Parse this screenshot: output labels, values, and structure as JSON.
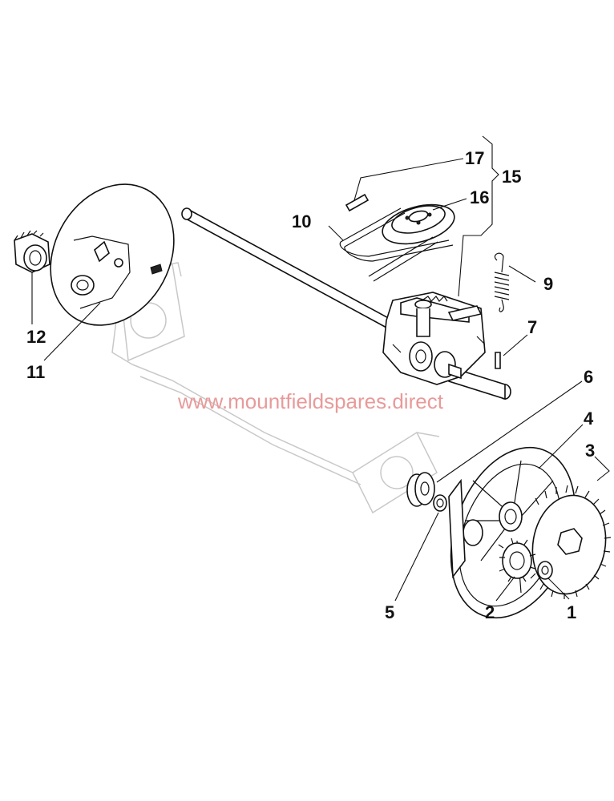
{
  "watermark": "www.mountfieldspares.direct",
  "callouts": {
    "c1": "1",
    "c2": "2",
    "c3": "3",
    "c4": "4",
    "c5": "5",
    "c6": "6",
    "c7": "7",
    "c9": "9",
    "c10": "10",
    "c11": "11",
    "c12": "12",
    "c15": "15",
    "c16": "16",
    "c17": "17"
  }
}
